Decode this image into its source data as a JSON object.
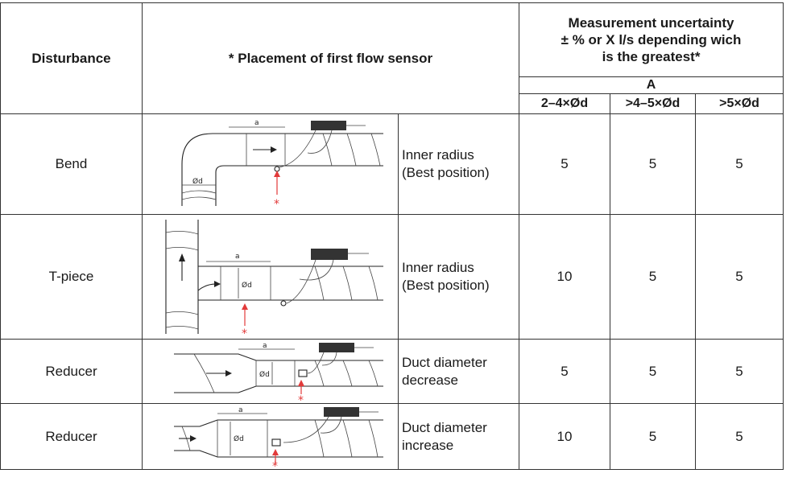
{
  "header": {
    "disturbance": "Disturbance",
    "placement": "* Placement of first flow sensor",
    "uncertainty_line1": "Measurement uncertainty",
    "uncertainty_line2": "± % or X l/s depending wich",
    "uncertainty_line3": "is the greatest*",
    "group": "A",
    "col1": "2–4×Ød",
    "col2": ">4–5×Ød",
    "col3": ">5×Ød"
  },
  "rows": [
    {
      "disturbance": "Bend",
      "position_line1": "Inner radius",
      "position_line2": "(Best position)",
      "v1": "5",
      "v2": "5",
      "v3": "5",
      "diagram": "bend-sensor-diagram"
    },
    {
      "disturbance": "T-piece",
      "position_line1": "Inner radius",
      "position_line2": "(Best position)",
      "v1": "10",
      "v2": "5",
      "v3": "5",
      "diagram": "t-piece-sensor-diagram"
    },
    {
      "disturbance": "Reducer",
      "position_line1": "Duct diameter",
      "position_line2": "decrease",
      "v1": "5",
      "v2": "5",
      "v3": "5",
      "diagram": "reducer-decrease-diagram"
    },
    {
      "disturbance": "Reducer",
      "position_line1": "Duct diameter",
      "position_line2": "increase",
      "v1": "10",
      "v2": "5",
      "v3": "5",
      "diagram": "reducer-increase-diagram"
    }
  ],
  "diagram_labels": {
    "a": "a",
    "od": "Ød",
    "marker": "*"
  }
}
